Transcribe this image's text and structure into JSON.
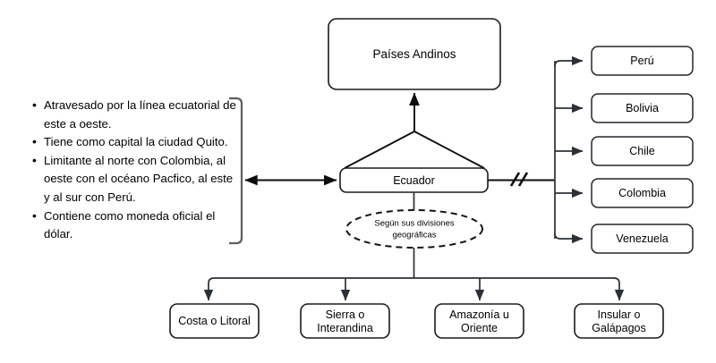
{
  "diagram": {
    "title_node": {
      "label": "Países Andinos"
    },
    "central_node": {
      "label": "Ecuador"
    },
    "condition_node": {
      "label_line1": "Según sus divisiones",
      "label_line2": "geográficas"
    },
    "facts": {
      "items": [
        "Atravesado por la línea ecuatorial de este a oeste.",
        "Tiene como capital la ciudad Quito.",
        "Limitante al norte con Colombia, al oeste con el océano Pacfico, al este y al sur con Perú.",
        "Contiene como moneda oficial el dólar."
      ]
    },
    "countries": {
      "items": [
        {
          "label": "Perú"
        },
        {
          "label": "Bolivia"
        },
        {
          "label": "Chile"
        },
        {
          "label": "Colombia"
        },
        {
          "label": "Venezuela"
        }
      ]
    },
    "regions": {
      "items": [
        {
          "line1": "Costa o Litoral",
          "line2": ""
        },
        {
          "line1": "Sierra o",
          "line2": "Interandina"
        },
        {
          "line1": "Amazonía u",
          "line2": "Oriente"
        },
        {
          "line1": "Insular o",
          "line2": "Galápagos"
        }
      ]
    },
    "break_symbol": {
      "label": "//"
    },
    "colors": {
      "background": "#ffffff",
      "box_stroke": "#1b1b1b",
      "connector": "#2b3036",
      "bracket": "#5a5f63",
      "text": "#000000"
    }
  }
}
